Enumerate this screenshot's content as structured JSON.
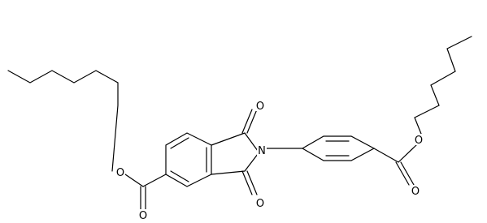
{
  "atoms": {
    "o_ketone_top": "O",
    "o_ketone_bottom": "O",
    "n_imide": "N",
    "o_ester_left_ether": "O",
    "o_ester_left_carbonyl": "O",
    "o_ester_right_ether": "O",
    "o_ester_right_carbonyl": "O"
  },
  "colors": {
    "bond": "#000000",
    "background": "#ffffff"
  }
}
